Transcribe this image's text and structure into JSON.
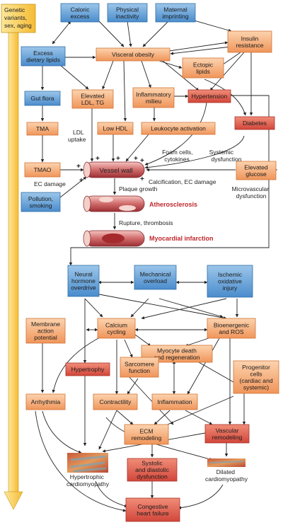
{
  "colors": {
    "blue_box": "#5b9ad3",
    "orange_box": "#f5a46b",
    "red_box": "#dd5a45",
    "yellow_box": "#f9c845",
    "arrow": "#222222",
    "red_label": "#c0282d"
  },
  "side_label": [
    "Genetic",
    "variants,",
    "sex, aging"
  ],
  "boxes": {
    "caloric": [
      "Caloric",
      "excess"
    ],
    "physical": [
      "Physical",
      "inactivity"
    ],
    "maternal": [
      "Maternal",
      "imprinting"
    ],
    "excess_lipids": [
      "Excess",
      "dietary lipids"
    ],
    "visceral": [
      "Visceral obesity"
    ],
    "insulin": [
      "Insulin",
      "resistance"
    ],
    "ectopic": [
      "Ectopic",
      "lipids"
    ],
    "gut_flora": [
      "Gut flora"
    ],
    "ldl_tg": [
      "Elevated",
      "LDL, TG"
    ],
    "inflam_milieu": [
      "Inflammatory",
      "milieu"
    ],
    "hypertension": [
      "Hypertension"
    ],
    "tma": [
      "TMA"
    ],
    "low_hdl": [
      "Low HDL"
    ],
    "leukocyte": [
      "Leukocyte activation"
    ],
    "diabetes": [
      "Diabetes"
    ],
    "tmao": [
      "TMAO"
    ],
    "elev_glucose": [
      "Elevated",
      "glucose"
    ],
    "pollution": [
      "Pollution,",
      "smoking"
    ],
    "neural": [
      "Neural",
      "hormone",
      "overdrive"
    ],
    "mechanical": [
      "Mechanical",
      "overload"
    ],
    "ischemic": [
      "Ischemic",
      "oxidative",
      "injury"
    ],
    "membrane": [
      "Membrane",
      "action",
      "potential"
    ],
    "calcium": [
      "Calcium",
      "cycling"
    ],
    "bioenergenic": [
      "Bioenergenic",
      "and ROS"
    ],
    "myocyte": [
      "Myocyte death",
      "and regeneration"
    ],
    "hypertrophy": [
      "Hypertrophy"
    ],
    "sarcomere": [
      "Sarcomere",
      "function"
    ],
    "progenitor": [
      "Progenitor",
      "cells",
      "(cardiac and",
      "systemic)"
    ],
    "arrhythmia": [
      "Arrhythmia"
    ],
    "contractility": [
      "Contractility"
    ],
    "inflammation": [
      "Inflammation"
    ],
    "ecm": [
      "ECM",
      "remodeling"
    ],
    "vascular_rem": [
      "Vascular",
      "remodeling"
    ],
    "systolic": [
      "Systolic",
      "and diastolic",
      "dysfunction"
    ],
    "chf": [
      "Congestive",
      "heart failure"
    ]
  },
  "vessels": {
    "vessel_wall": "Vessel wall",
    "atherosclerosis": "Atherosclerosis",
    "mi": "Myocardial infarction"
  },
  "labels": {
    "ldl_uptake": [
      "LDL",
      "uptake"
    ],
    "foam_cells": [
      "Foam cells,",
      "cytokines"
    ],
    "systemic_dys": [
      "Systemic",
      "dysfunction"
    ],
    "ec_damage": "EC damage",
    "calcification": "Calcification, EC damage",
    "microvascular": [
      "Microvascular",
      "dysfunction"
    ],
    "plaque_growth": "Plaque growth",
    "rupture": "Rupture, thrombosis",
    "hypertrophic_cm": [
      "Hypertrophic",
      "cardiomyopathy"
    ],
    "dilated_cm": [
      "Dilated",
      "cardiomyopathy"
    ]
  },
  "plus_sign": "+"
}
